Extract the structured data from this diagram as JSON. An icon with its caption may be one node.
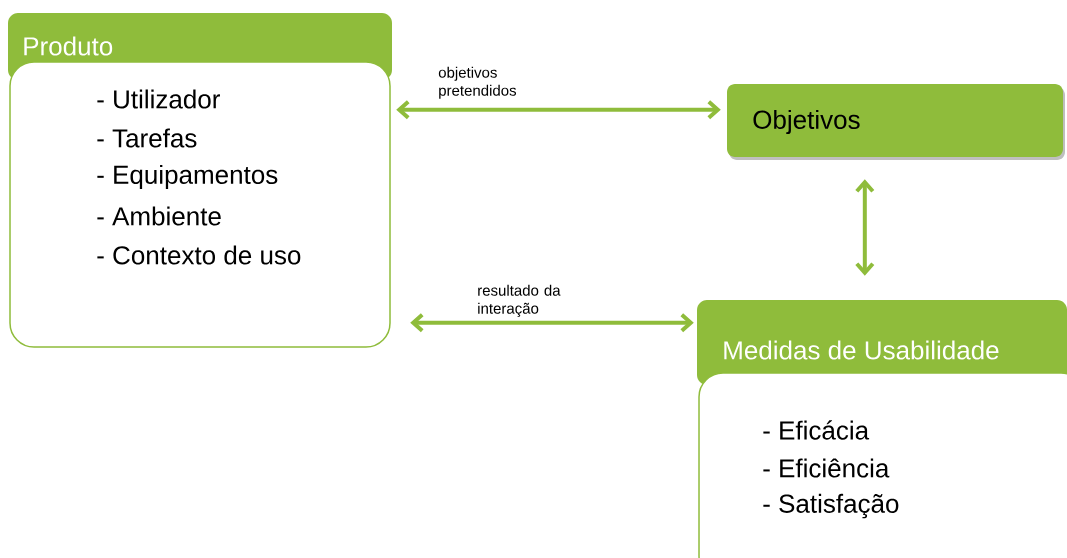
{
  "diagram": {
    "nodes": [
      {
        "text": [
          "Produto",
          "- Utilizador",
          "- Tarefas",
          "- Equipamentos",
          "- Ambiente",
          "- Contexto de uso"
        ]
      },
      {
        "text": [
          "Objetivos"
        ]
      },
      {
        "text": [
          "Medidas de Usabilidade",
          "- Eficácia",
          "- Eficiência",
          "- Satisfação"
        ]
      }
    ],
    "edges": [
      {
        "from": 0,
        "to": 1,
        "arrow": "both",
        "label": "objetivos pretendidos"
      },
      {
        "from": 1,
        "to": 2,
        "arrow": "both"
      },
      {
        "from": 0,
        "to": 2,
        "arrow": "both",
        "label": "resultado da interação"
      }
    ]
  }
}
